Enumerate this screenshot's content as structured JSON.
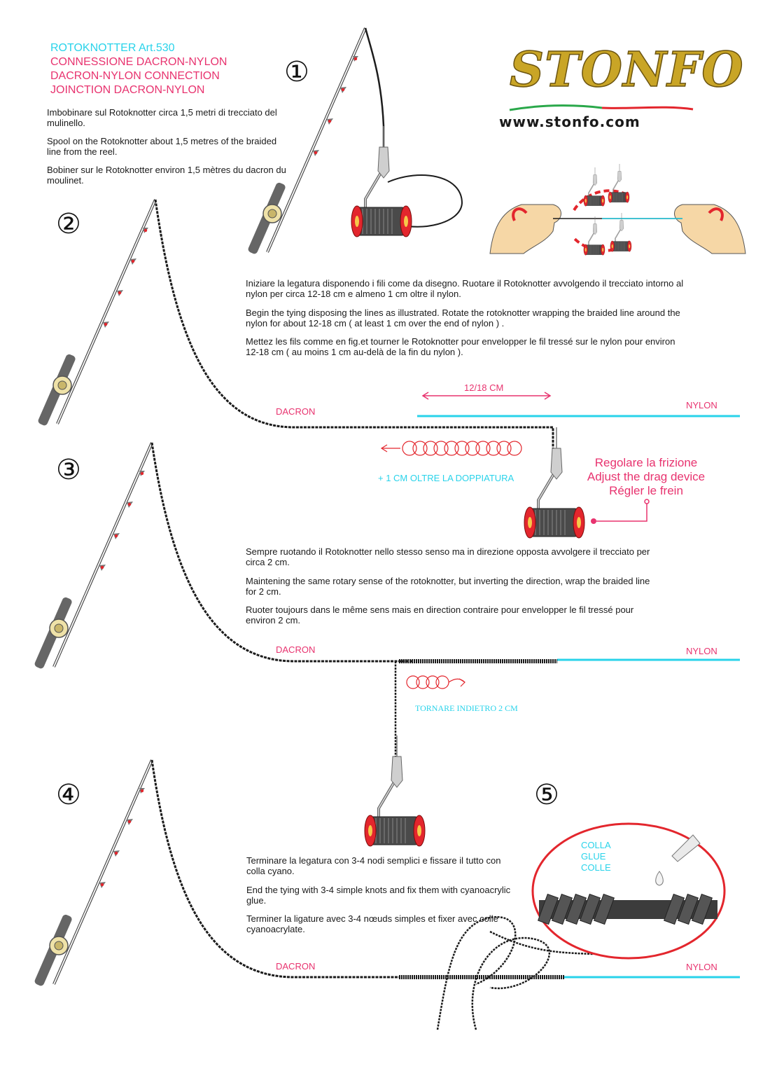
{
  "header": {
    "product": "ROTOKNOTTER Art.530",
    "title_it": "CONNESSIONE DACRON-NYLON",
    "title_en": "DACRON-NYLON CONNECTION",
    "title_fr": "JOINCTION DACRON-NYLON"
  },
  "brand": {
    "logo_text": "STONFO",
    "website": "www.stonfo.com"
  },
  "colors": {
    "cyan": "#29d3ea",
    "pink": "#e8336f",
    "red": "#e3262d",
    "gold": "#c9a526",
    "line_black": "#1c1c1c"
  },
  "steps": [
    {
      "number": "①",
      "it": "Imbobinare sul Rotoknotter circa 1,5 metri di trecciato del mulinello.",
      "en": "Spool on the Rotoknotter about 1,5 metres of the braided line from the reel.",
      "fr": "Bobiner sur le Rotoknotter environ 1,5 mètres du dacron du moulinet."
    },
    {
      "number": "②",
      "it": "Iniziare la legatura disponendo i fili come da disegno. Ruotare il Rotoknotter avvolgendo il trecciato intorno al nylon per circa 12-18 cm e almeno 1 cm oltre il nylon.",
      "en": "Begin the tying disposing the lines as illustrated. Rotate the rotoknotter wrapping the braided line around the nylon for about 12-18 cm ( at least 1 cm over the end of nylon ) .",
      "fr": "Mettez les fils comme en fig.et tourner le Rotoknotter pour envelopper le fil tressé sur le nylon pour environ 12-18 cm ( au moins 1 cm au-delà de la fin du nylon ).",
      "measure": "12/18 CM",
      "dacron": "DACRON",
      "nylon": "NYLON",
      "overlap_note": "+ 1 CM OLTRE LA DOPPIATURA",
      "drag_it": "Regolare la frizione",
      "drag_en": "Adjust the drag device",
      "drag_fr": "Régler le frein"
    },
    {
      "number": "③",
      "it": "Sempre ruotando il Rotoknotter nello stesso senso ma in direzione opposta avvolgere il trecciato per circa 2 cm.",
      "en": "Maintening the same rotary sense of the rotoknotter, but inverting the direction, wrap the braided line for 2 cm.",
      "fr": "Ruoter toujours dans le même sens mais en direction contraire pour envelopper le fil tressé pour environ 2 cm.",
      "dacron": "DACRON",
      "nylon": "NYLON",
      "back_note": "TORNARE INDIETRO 2 CM"
    },
    {
      "number": "④",
      "it": "Terminare la legatura con 3-4 nodi semplici e fissare il tutto con colla cyano.",
      "en": "End the tying with 3-4 simple knots and fix them with cyanoacrylic glue.",
      "fr": "Terminer la ligature avec 3-4 nœuds simples et fixer avec colle cyanoacrylate.",
      "dacron": "DACRON",
      "nylon": "NYLON"
    },
    {
      "number": "⑤",
      "glue_it": "COLLA",
      "glue_en": "GLUE",
      "glue_fr": "COLLE"
    }
  ]
}
